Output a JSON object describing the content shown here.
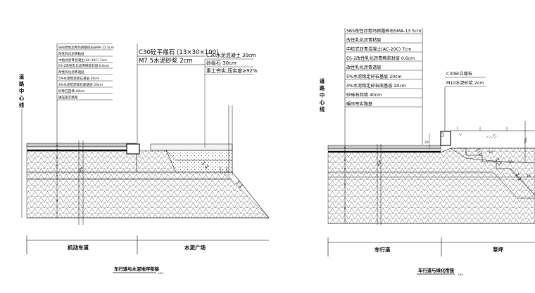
{
  "left_section": {
    "centerline_label": "道路中心线",
    "layers": [
      "SBS改性沥青玛蹄脂碎石SMA-13 5cm",
      "改性乳化沥青粘层",
      "中粒式沥青混凝土(AC-20C) 7cm",
      "ES-2改性乳化沥青稀浆封层 0.6cm",
      "改性乳化沥青透层",
      "5%水泥稳定碎石基层 20cm",
      "4%水泥稳定碎石底基层 20cm",
      "砂砾石回填 40cm",
      "碾压密实路基"
    ],
    "curb_title": "C30砼平缘石 (13×30×100)",
    "curb_mortar": "M7.5水泥砂浆 2cm",
    "plaza_layers": [
      "C30水泥混凝土 30cm",
      "砂砾石 30cm",
      "素土夯实,压实度≥92%"
    ],
    "slope_labels": [
      "1:1",
      "1:1"
    ],
    "zones": [
      "机动车道",
      "水泥广场"
    ],
    "caption": "车行道与水泥地坪衔接",
    "scale": "1:30"
  },
  "right_section": {
    "centerline_label": "道路中心线",
    "layers": [
      "SBS改性沥青玛蹄脂碎石SMA-13 5cm",
      "改性乳化沥青粘层",
      "中粒式沥青混凝土(AC-20C) 7cm",
      "ES-2改性乳化沥青稀浆封层 0.6cm",
      "改性乳化沥青透层",
      "5%水泥稳定碎石基层 20cm",
      "4%水泥稳定碎石底基层 20cm",
      "砂砾石回填 40cm",
      "碾压密实路基"
    ],
    "curb_title": "C30砼立缘石",
    "curb_mortar": "M10水泥砂浆 2cm",
    "dim_label": "20",
    "slope_labels": [
      "1:1",
      "1:1",
      "1:1"
    ],
    "step_dims": [
      "10",
      "10",
      "10"
    ],
    "zones": [
      "车行道",
      "草坪"
    ],
    "caption": "车行道与绿化衔接",
    "scale": "1:50"
  },
  "colors": {
    "line": "#000000",
    "pavement": "#c8c8c8",
    "background": "#ffffff"
  }
}
